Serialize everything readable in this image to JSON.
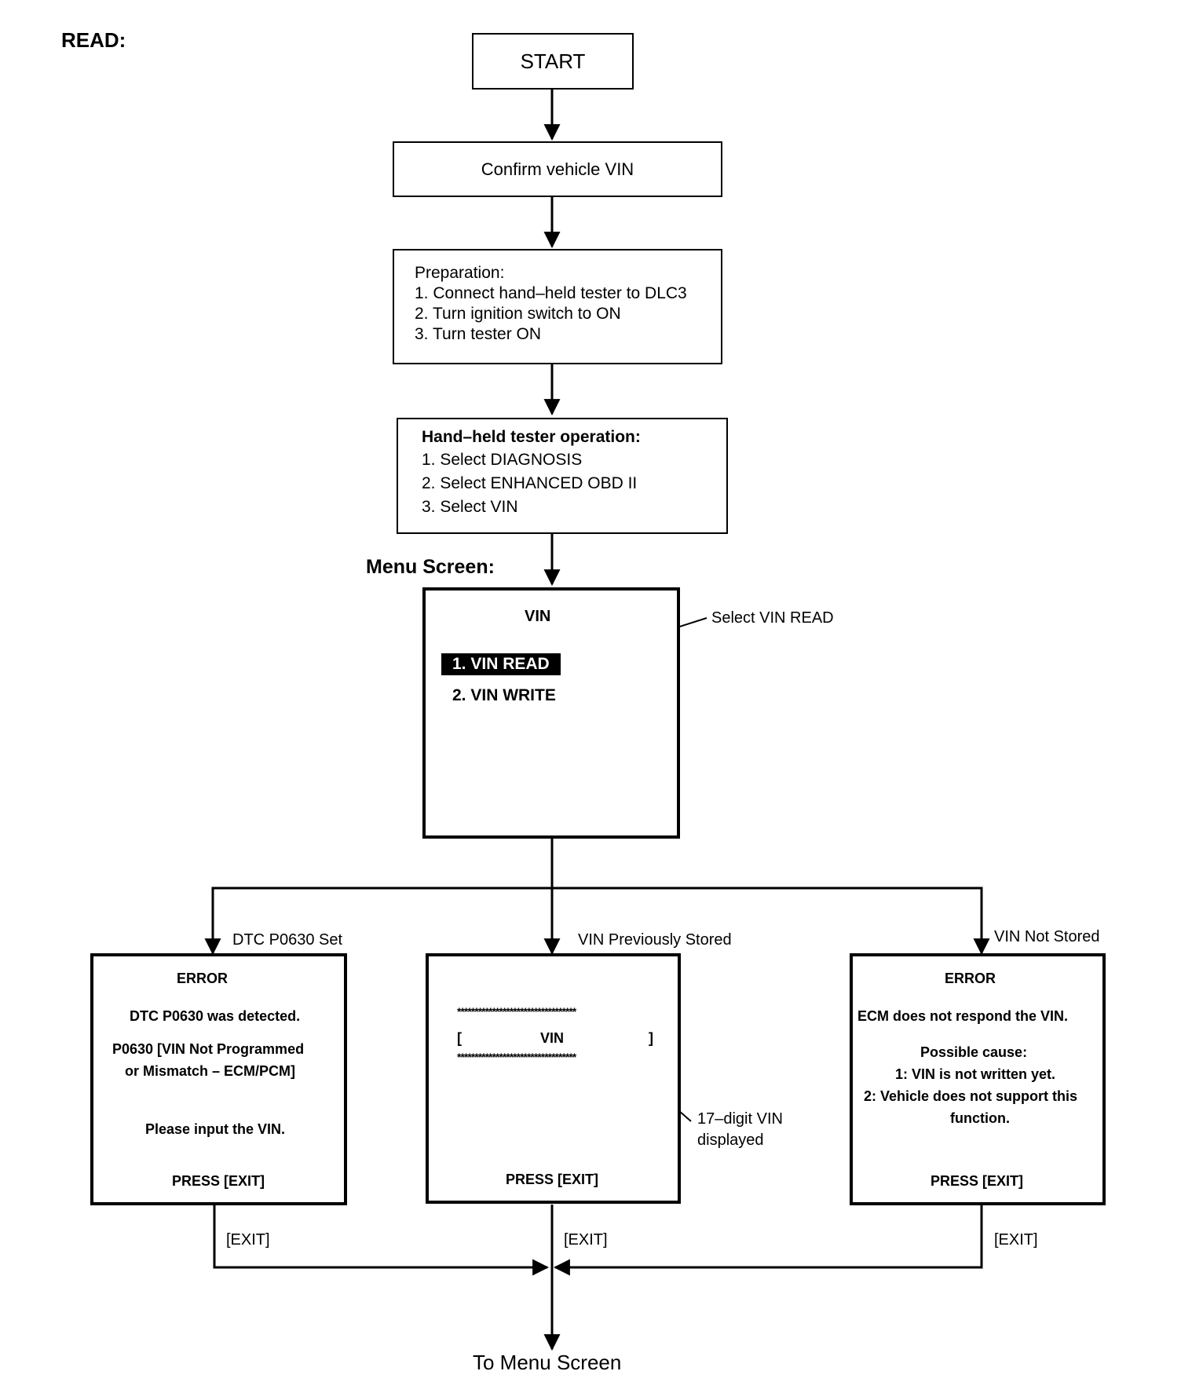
{
  "read_label": "READ:",
  "start": "START",
  "confirm": "Confirm vehicle VIN",
  "preparation": {
    "title": "Preparation:",
    "steps": [
      "1. Connect hand–held tester to DLC3",
      "2. Turn ignition switch to ON",
      "3. Turn tester ON"
    ]
  },
  "tester_op": {
    "title": "Hand–held tester operation:",
    "steps": [
      "1. Select DIAGNOSIS",
      "2. Select ENHANCED OBD II",
      "3. Select VIN"
    ]
  },
  "menu_screen_label": "Menu Screen:",
  "menu": {
    "title": "VIN",
    "item1": "1. VIN READ",
    "item2": "2. VIN WRITE"
  },
  "callout_select": "Select VIN READ",
  "branches": {
    "left": "DTC P0630 Set",
    "middle": "VIN Previously Stored",
    "right": "VIN Not Stored"
  },
  "left_screen": {
    "title": "ERROR",
    "line1": "DTC P0630 was detected.",
    "line2": "P0630  [VIN Not Programmed",
    "line3": "or Mismatch – ECM/PCM]",
    "line4": "Please input the VIN.",
    "press": "PRESS [EXIT]"
  },
  "mid_screen": {
    "stars": "**********************************",
    "bracket_open": "[",
    "vin": "VIN",
    "bracket_close": "]",
    "press": "PRESS [EXIT]"
  },
  "callout_17": {
    "line1": "17–digit VIN",
    "line2": "displayed"
  },
  "right_screen": {
    "title": "ERROR",
    "line1": "ECM does not respond the VIN.",
    "line2": "Possible cause:",
    "line3": "1: VIN is not written yet.",
    "line4": "2: Vehicle does not support this",
    "line5": "function.",
    "press": "PRESS [EXIT]"
  },
  "exit_label": "[EXIT]",
  "to_menu": "To Menu Screen"
}
